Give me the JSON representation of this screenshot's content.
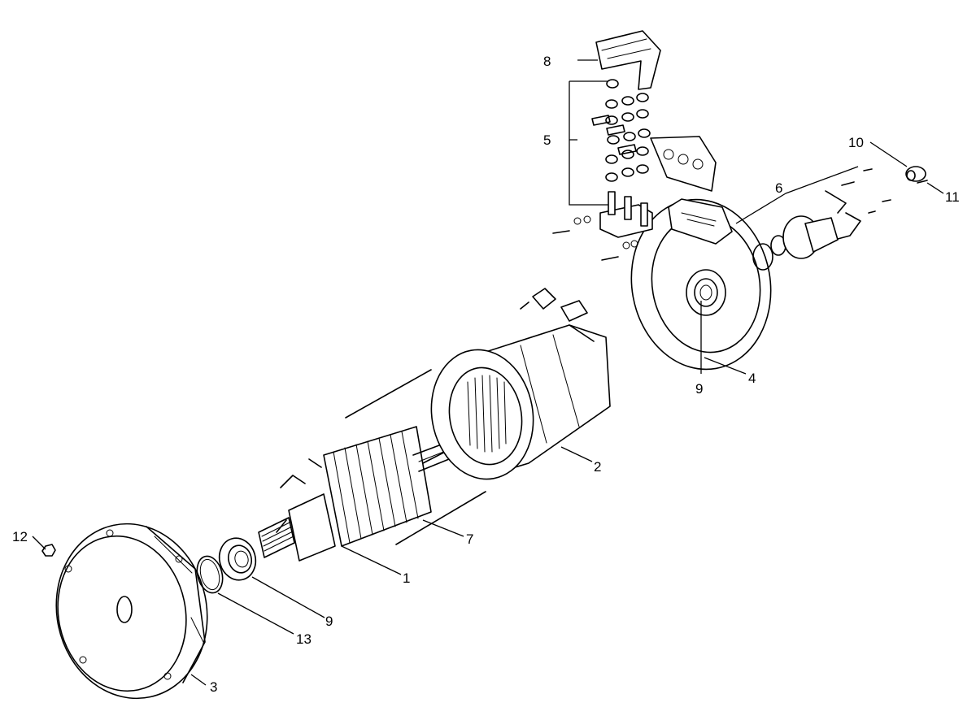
{
  "callouts": {
    "c1": "1",
    "c2": "2",
    "c3": "3",
    "c4": "4",
    "c5": "5",
    "c6": "6",
    "c7": "7",
    "c8": "8",
    "c9a": "9",
    "c9b": "9",
    "c10": "10",
    "c11": "11",
    "c12": "12",
    "c13": "13"
  }
}
